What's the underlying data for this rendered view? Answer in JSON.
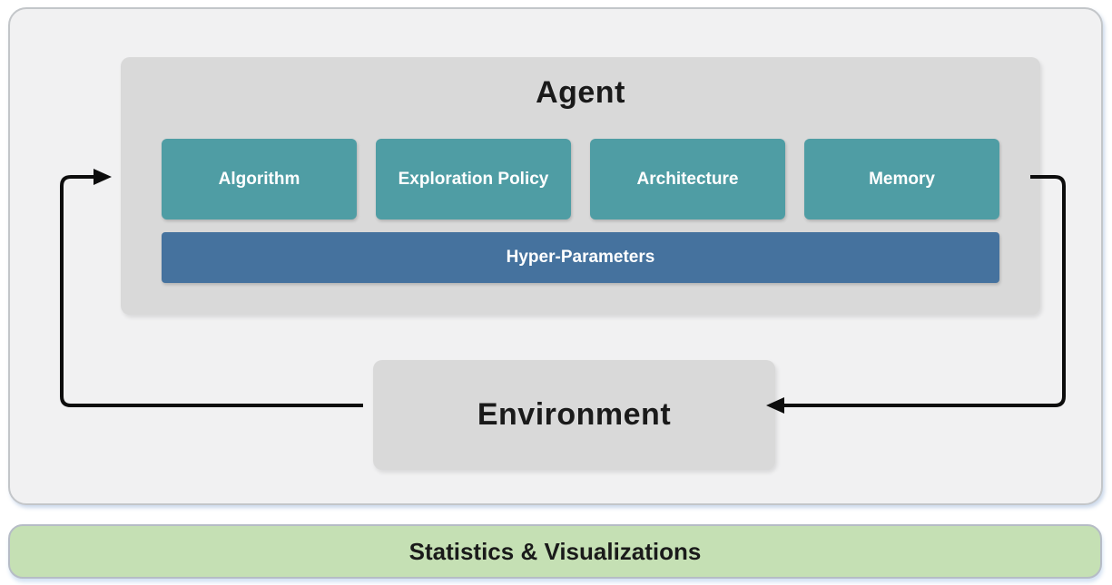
{
  "diagram": {
    "agent": {
      "title": "Agent",
      "modules": [
        {
          "label": "Algorithm"
        },
        {
          "label": "Exploration Policy"
        },
        {
          "label": "Architecture"
        },
        {
          "label": "Memory"
        }
      ],
      "hyper_parameters_label": "Hyper-Parameters"
    },
    "environment": {
      "title": "Environment"
    },
    "footer": {
      "label": "Statistics & Visualizations"
    },
    "arrows": [
      {
        "name": "environment-to-agent",
        "from": "Environment",
        "to": "Agent"
      },
      {
        "name": "agent-to-environment",
        "from": "Agent",
        "to": "Environment"
      }
    ],
    "colors": {
      "module_teal": "#4f9da4",
      "hyper_blue": "#45729e",
      "container_gray": "#d9d9d9",
      "panel_bg": "#f1f1f2",
      "footer_green": "#c5e0b4",
      "arrow_black": "#0d0d0d"
    }
  }
}
